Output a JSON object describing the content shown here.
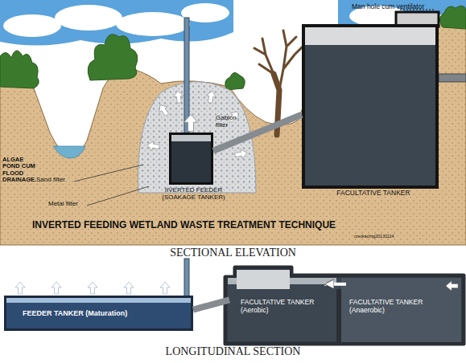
{
  "diagram": {
    "title": "INVERTED FEEDING WETLAND WASTE TREATMENT TECHNIQUE",
    "nodes": [
      {
        "text": [
          "IIVERTED FEEDER (SOAKAGE TANKER)"
        ]
      },
      {
        "text": [
          "FACULTATIVE TANKER"
        ]
      },
      {
        "text": [
          "FEEDER TANKER (Maturation)"
        ]
      },
      {
        "text": [
          "FACULTATIVE TANKER (Aerobic)"
        ]
      },
      {
        "text": [
          "FACULTATIVE TANKER (Anaerobic)"
        ]
      }
    ],
    "edges": [
      {
        "from": 1,
        "to": 0,
        "arrow": "none"
      },
      {
        "from": 3,
        "to": 2,
        "arrow": "none"
      },
      {
        "from": 4,
        "to": 3,
        "arrow": "to"
      }
    ],
    "labels": [
      "Man hole cum ventilator",
      "Gabion filter",
      "ALGAE POND CUM FLOOD DRAINAGE.",
      "Sand filter",
      "Metal filter",
      "credrachtg20131114",
      "SECTIONAL ELEVATION",
      "LONGITUDINAL SECTION"
    ]
  }
}
